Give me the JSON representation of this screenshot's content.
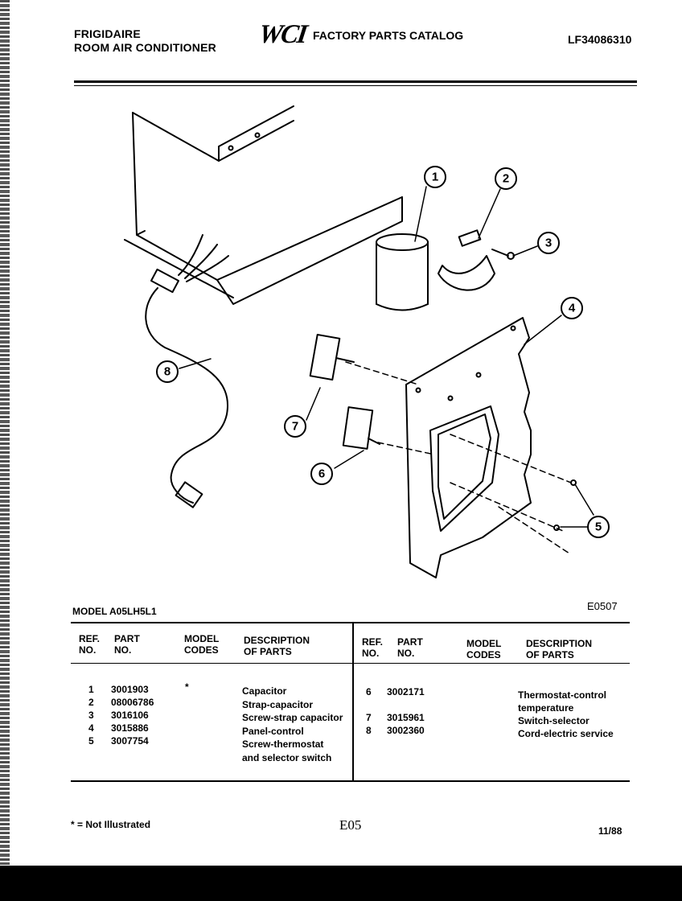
{
  "header": {
    "brand": "FRIGIDAIRE",
    "product": "ROOM AIR CONDITIONER",
    "logo_text": "WCI",
    "catalog_title": "FACTORY PARTS CATALOG",
    "catalog_number": "LF34086310"
  },
  "diagram": {
    "callouts": [
      "1",
      "2",
      "3",
      "4",
      "5",
      "6",
      "7",
      "8"
    ],
    "code": "E0507"
  },
  "model_label": "MODEL A05LH5L1",
  "table": {
    "headers": {
      "ref": [
        "REF.",
        "NO."
      ],
      "part": [
        "PART",
        "NO."
      ],
      "model": [
        "MODEL",
        "CODES"
      ],
      "desc": [
        "DESCRIPTION",
        "OF PARTS"
      ]
    },
    "left": {
      "refs": [
        "1",
        "2",
        "3",
        "4",
        "5"
      ],
      "parts": [
        "3001903",
        "08006786",
        "3016106",
        "3015886",
        "3007754"
      ],
      "model_mark": "*",
      "descriptions": [
        "Capacitor",
        "Strap-capacitor",
        "Screw-strap capacitor",
        "Panel-control",
        "Screw-thermostat",
        "and selector switch"
      ]
    },
    "right": {
      "refs": [
        "6",
        "",
        "7",
        "8"
      ],
      "parts": [
        "3002171",
        "",
        "3015961",
        "3002360"
      ],
      "descriptions": [
        "Thermostat-control",
        "temperature",
        "Switch-selector",
        "Cord-electric service"
      ]
    }
  },
  "footer": {
    "note": "* = Not Illustrated",
    "page_code": "E05",
    "date": "11/88"
  }
}
